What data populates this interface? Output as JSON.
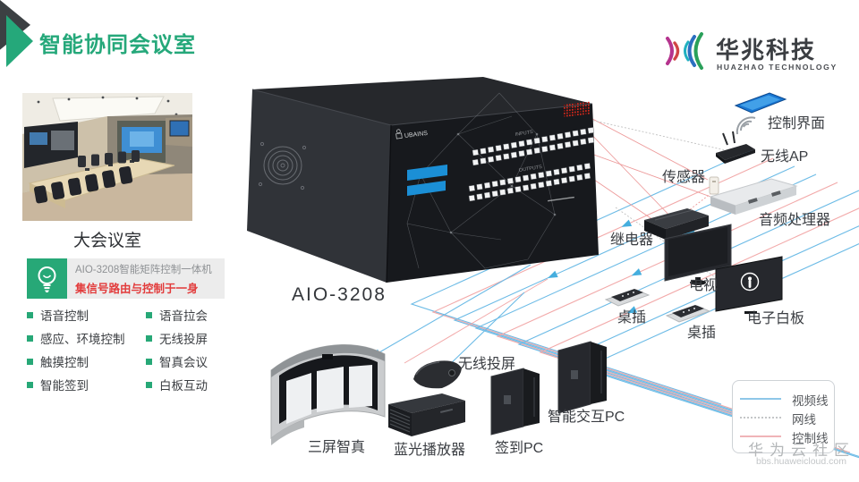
{
  "header": {
    "title": "智能协同会议室"
  },
  "brand": {
    "name": "华兆科技",
    "subtitle": "HUAZHAO TECHNOLOGY"
  },
  "room": {
    "label": "大会议室"
  },
  "info_box": {
    "title": "AIO-3208智能矩阵控制一体机",
    "subtitle": "集信号路由与控制于一身"
  },
  "features": {
    "left": [
      "语音控制",
      "感应、环境控制",
      "触摸控制",
      "智能签到"
    ],
    "right": [
      "语音拉会",
      "无线投屏",
      "智真会议",
      "白板互动"
    ]
  },
  "device": {
    "brand": "UBAINS",
    "model": "AIO-3208",
    "inputs_label": "INPUTS",
    "outputs_label": "OUTPUTS"
  },
  "peripherals": {
    "control_ui": {
      "label": "控制界面"
    },
    "wireless_ap": {
      "label": "无线AP"
    },
    "sensor": {
      "label": "传感器"
    },
    "audio_processor": {
      "label": "音频处理器"
    },
    "relay": {
      "label": "继电器"
    },
    "tv": {
      "label": "电视"
    },
    "whiteboard": {
      "label": "电子白板"
    },
    "desk_socket_1": {
      "label": "桌插"
    },
    "desk_socket_2": {
      "label": "桌插"
    },
    "wireless_cast": {
      "label": "无线投屏"
    },
    "interactive_pc": {
      "label": "智能交互PC"
    },
    "signin_pc": {
      "label": "签到PC"
    },
    "bluray": {
      "label": "蓝光播放器"
    },
    "telepresence": {
      "label": "三屏智真"
    }
  },
  "legend": {
    "video": "视频线",
    "network": "网线",
    "control": "控制线"
  },
  "watermark": {
    "community": "华为云社区",
    "url": "bbs.huaweicloud.com"
  },
  "colors": {
    "accent_green": "#27a877",
    "highlight_red": "#e23c3c",
    "video_line": "#6cbbe6",
    "network_line": "#c4c6c8",
    "control_line": "#f0a9a9",
    "device_body": "#17191d",
    "tablet_blue": "#1976d2"
  }
}
